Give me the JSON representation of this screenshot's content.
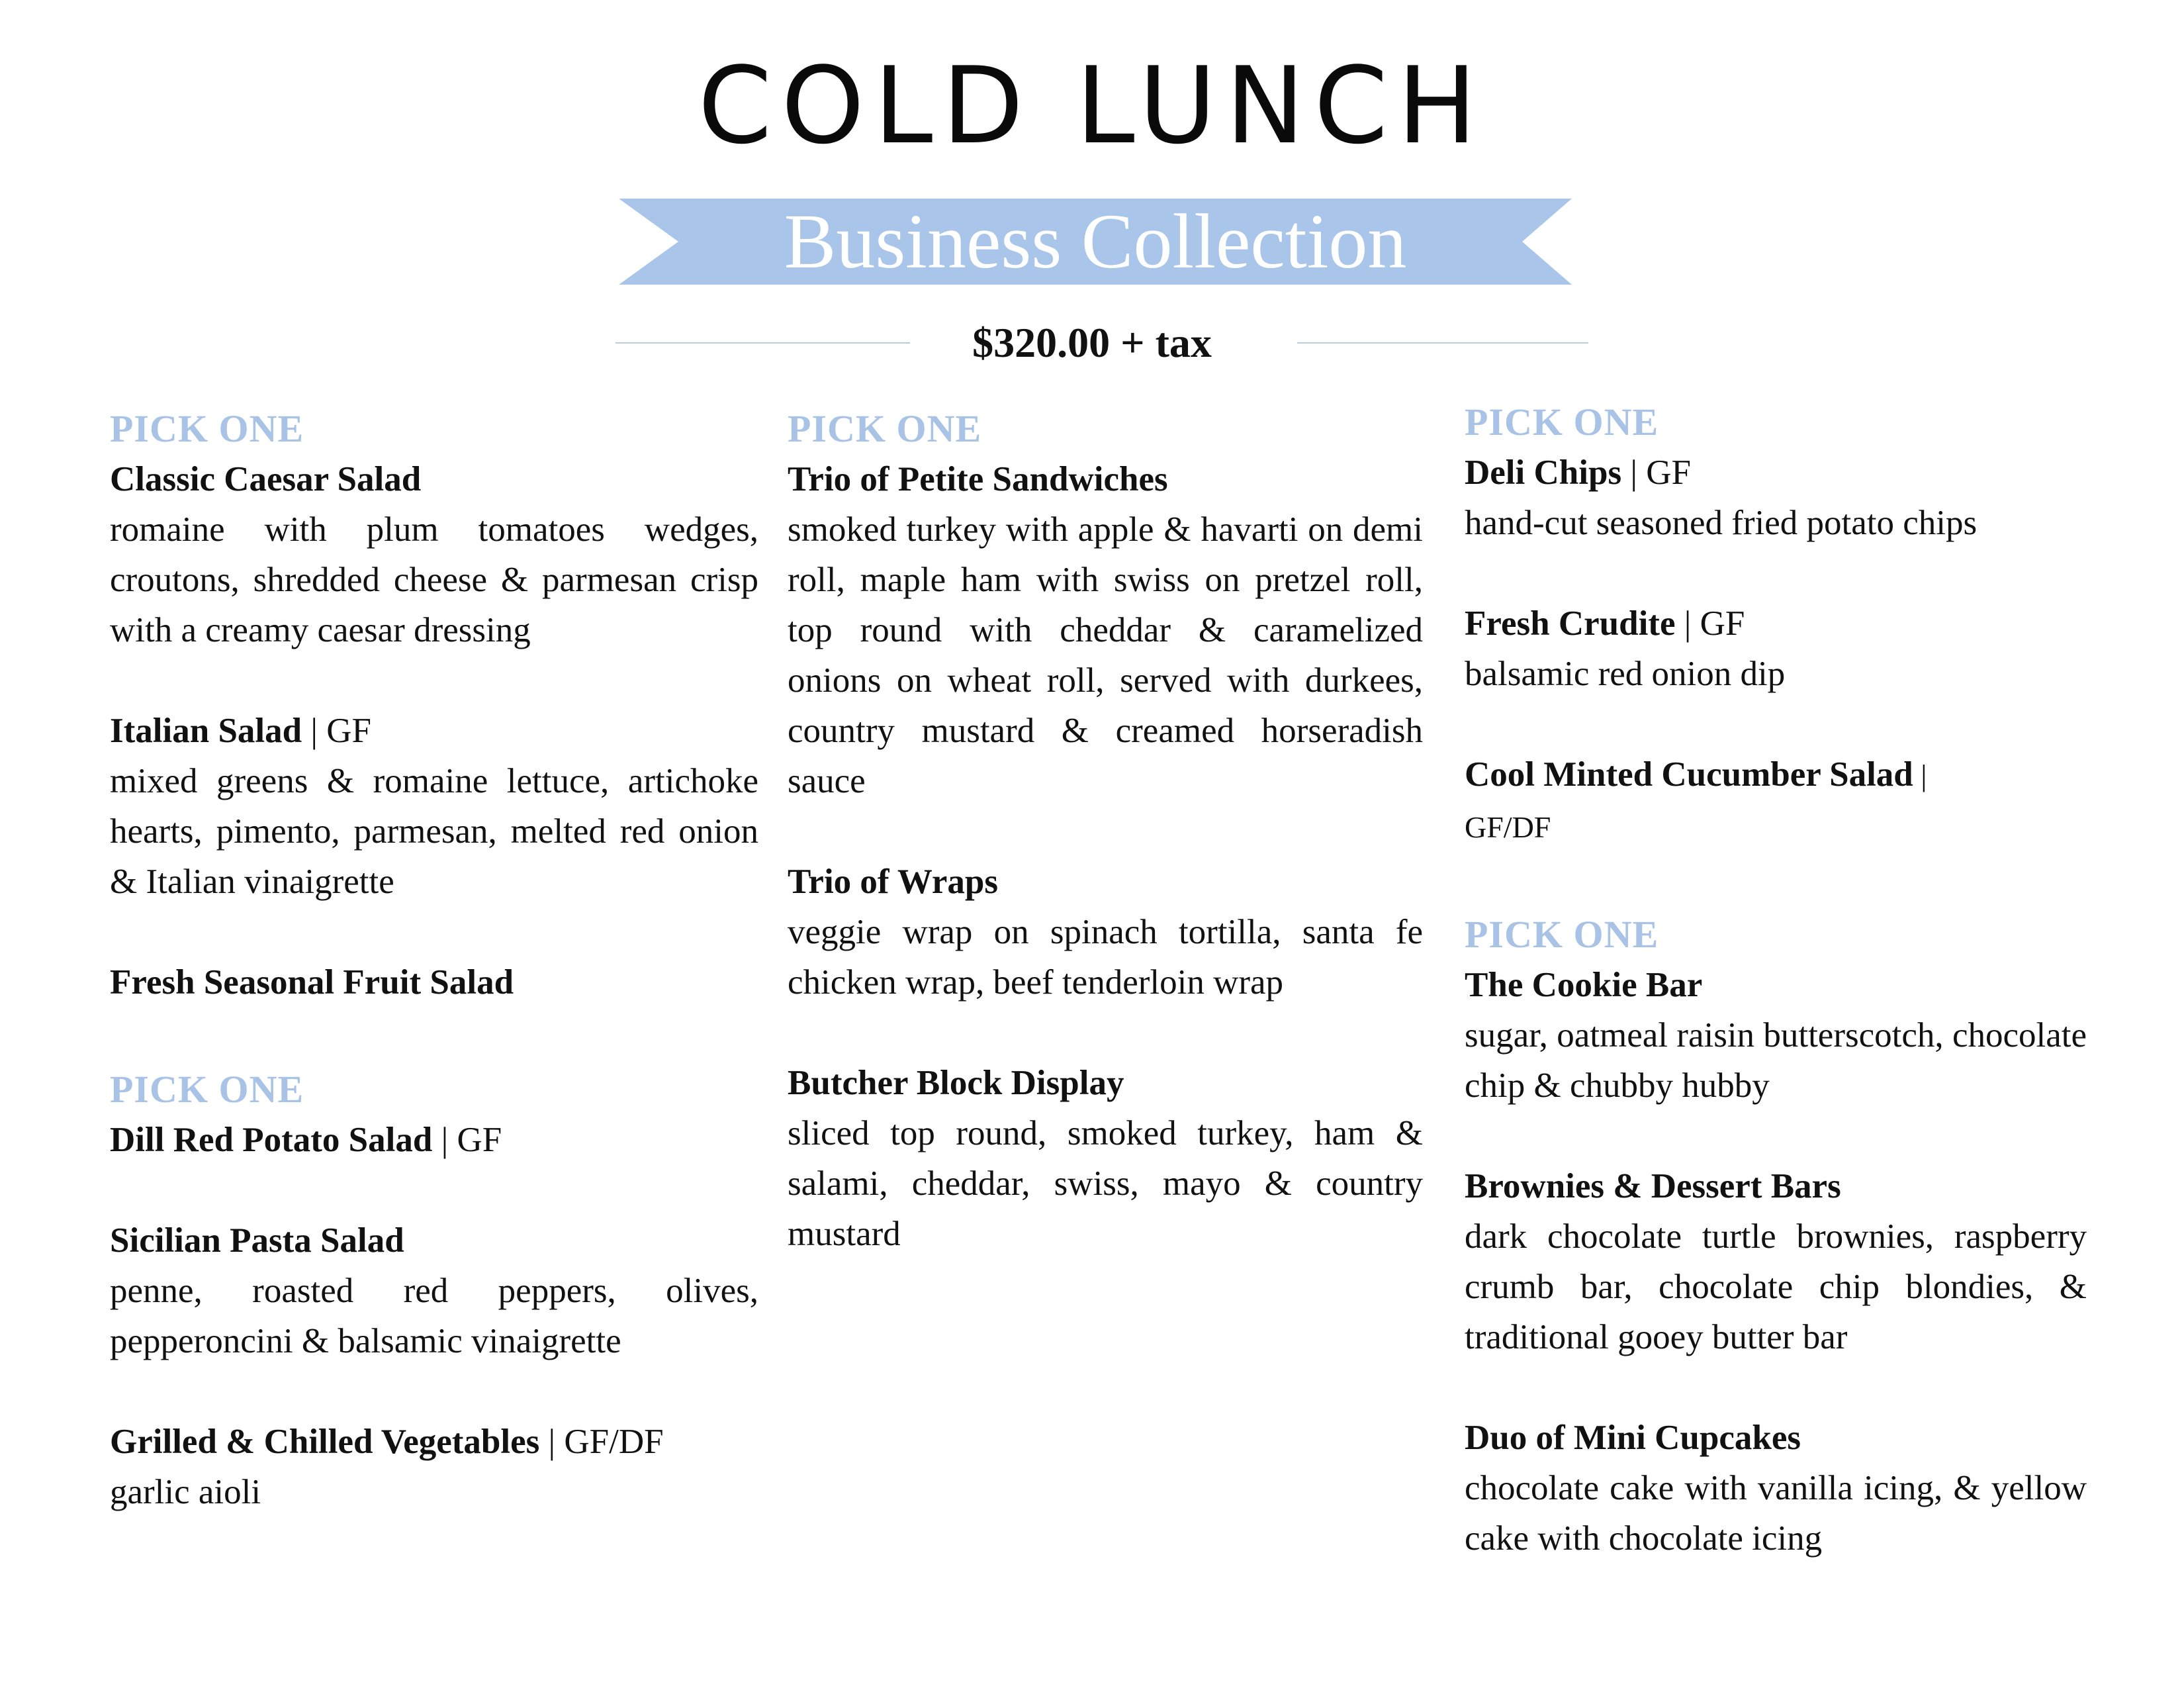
{
  "title": "COLD LUNCH",
  "ribbon": "Business Collection",
  "price": "$320.00 + tax",
  "columns": [
    {
      "sections": [
        {
          "heading": "PICK ONE",
          "items": [
            {
              "name": "Classic Caesar Salad",
              "tag": "",
              "desc": "romaine with plum tomatoes wedges, croutons, shredded cheese & parmesan crisp with a creamy caesar dressing"
            },
            {
              "name": "Italian Salad",
              "tag": " | GF",
              "desc": "mixed greens & romaine lettuce, artichoke hearts, pimento, parmesan, melted red onion & Italian vinaigrette"
            },
            {
              "name": "Fresh Seasonal Fruit Salad",
              "tag": "",
              "desc": ""
            }
          ]
        },
        {
          "heading": "PICK ONE",
          "items": [
            {
              "name": "Dill Red Potato Salad",
              "tag": " | GF",
              "desc": ""
            },
            {
              "name": "Sicilian Pasta Salad",
              "tag": "",
              "desc": "penne, roasted red peppers, olives, pepperoncini & balsamic vinaigrette"
            },
            {
              "name": "Grilled & Chilled Vegetables",
              "tag": " | GF/DF",
              "desc": "garlic aioli"
            }
          ]
        }
      ]
    },
    {
      "sections": [
        {
          "heading": "PICK ONE",
          "items": [
            {
              "name": "Trio of Petite Sandwiches",
              "tag": "",
              "desc": "smoked turkey with apple & havarti on demi roll, maple ham with swiss on pretzel roll, top round with cheddar & caramelized onions on wheat roll, served with durkees, country mustard & creamed horseradish sauce"
            },
            {
              "name": "Trio of Wraps",
              "tag": "",
              "desc": "veggie wrap on spinach tortilla, santa fe chicken wrap, beef tenderloin wrap"
            },
            {
              "name": "Butcher Block Display",
              "tag": "",
              "desc": "sliced top round, smoked turkey, ham & salami, cheddar, swiss, mayo & country mustard"
            }
          ]
        }
      ]
    },
    {
      "sections": [
        {
          "heading": "PICK ONE",
          "items": [
            {
              "name": "Deli Chips",
              "tag": " | GF",
              "desc": "hand-cut seasoned fried potato chips"
            },
            {
              "name": "Fresh Crudite",
              "tag": " | GF",
              "desc": "balsamic red onion dip"
            },
            {
              "name": "Cool Minted Cucumber Salad",
              "tag": " | GF/DF",
              "desc": ""
            }
          ]
        },
        {
          "heading": "PICK ONE",
          "items": [
            {
              "name": "The Cookie Bar",
              "tag": "",
              "desc": "sugar, oatmeal raisin butterscotch, chocolate chip & chubby hubby"
            },
            {
              "name": "Brownies & Dessert Bars",
              "tag": "",
              "desc": "dark chocolate turtle brownies, raspberry crumb bar, chocolate chip blondies, & traditional gooey butter bar"
            },
            {
              "name": "Duo of Mini Cupcakes",
              "tag": "",
              "desc": "chocolate cake with vanilla icing, & yellow cake with chocolate icing"
            }
          ]
        }
      ]
    }
  ],
  "colors": {
    "accent": "#a8c3e6",
    "ribbon": "#a9c6ea",
    "rule": "#b7cde6",
    "text": "#111111"
  }
}
